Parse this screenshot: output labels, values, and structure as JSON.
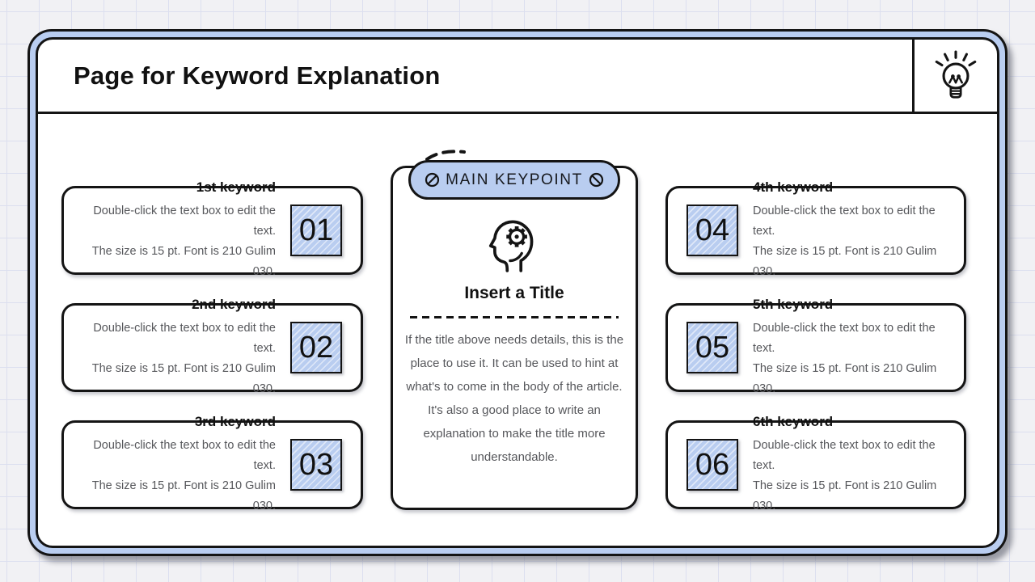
{
  "header": {
    "title": "Page for Keyword Explanation"
  },
  "icons": {
    "lightbulb": "lightbulb-icon",
    "screw_left": "slashed-circle-icon",
    "screw_right": "slashed-circle-icon",
    "head_gear": "head-with-gear-icon"
  },
  "keypoint": {
    "badge_label": "MAIN KEYPOINT",
    "title": "Insert a Title",
    "body": "If the title above needs details, this is the place to use it. It can be used to hint at what's to come in the body of the article. It's also a good place to write an explanation to make the title more understandable."
  },
  "keywords": [
    {
      "number": "01",
      "title": "1st keyword",
      "desc1": "Double-click the text box to edit the text.",
      "desc2": "The size is 15 pt. Font is 210 Gulim 030."
    },
    {
      "number": "02",
      "title": "2nd keyword",
      "desc1": "Double-click the text box to edit the text.",
      "desc2": "The size is 15 pt. Font is 210 Gulim 030."
    },
    {
      "number": "03",
      "title": "3rd keyword",
      "desc1": "Double-click the text box to edit the text.",
      "desc2": "The size is 15 pt. Font is 210 Gulim 030."
    },
    {
      "number": "04",
      "title": "4th keyword",
      "desc1": "Double-click the text box to edit the text.",
      "desc2": "The size is 15 pt. Font is 210 Gulim 030."
    },
    {
      "number": "05",
      "title": "5th keyword",
      "desc1": "Double-click the text box to edit the text.",
      "desc2": "The size is 15 pt. Font is 210 Gulim 030."
    },
    {
      "number": "06",
      "title": "6th keyword",
      "desc1": "Double-click the text box to edit the text.",
      "desc2": "The size is 15 pt. Font is 210 Gulim 030."
    }
  ],
  "colors": {
    "accent_blue": "#b9cdf0",
    "outline": "#141414",
    "background": "#f1f1f4",
    "grid_line": "#dcdfef",
    "muted_text": "#56575b"
  }
}
